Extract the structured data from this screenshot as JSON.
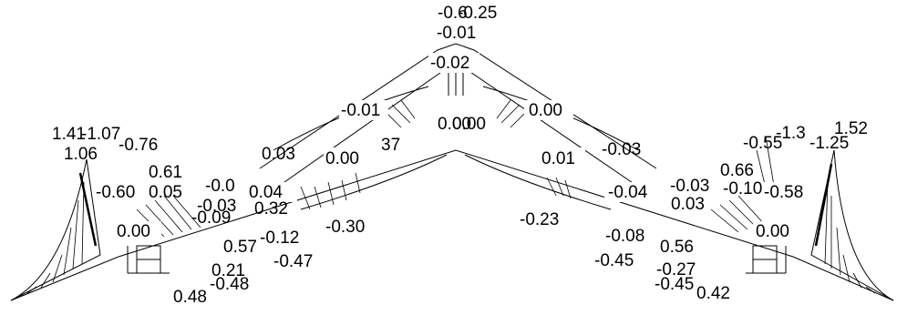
{
  "labels": [
    {
      "id": "t1",
      "text": "-0.6"
    },
    {
      "id": "t2",
      "text": "-0.25"
    },
    {
      "id": "t3",
      "text": "-0.01"
    },
    {
      "id": "t4",
      "text": "-0.02"
    },
    {
      "id": "t5",
      "text": "-0.01"
    },
    {
      "id": "t6",
      "text": "0.00"
    },
    {
      "id": "t7",
      "text": "0.00"
    },
    {
      "id": "t8",
      "text": "-0.03"
    },
    {
      "id": "t9",
      "text": "0.03"
    },
    {
      "id": "t10",
      "text": "0.00"
    },
    {
      "id": "t11",
      "text": "0.01"
    },
    {
      "id": "t12",
      "text": "37"
    },
    {
      "id": "t13",
      "text": "1.41"
    },
    {
      "id": "t14",
      "text": "-1.07"
    },
    {
      "id": "t15",
      "text": "1.06"
    },
    {
      "id": "t16",
      "text": "-0.76"
    },
    {
      "id": "t17",
      "text": "0.61"
    },
    {
      "id": "t18",
      "text": "-0.60"
    },
    {
      "id": "t19",
      "text": "0.05"
    },
    {
      "id": "t20",
      "text": "-0.0"
    },
    {
      "id": "t21",
      "text": "-0.03"
    },
    {
      "id": "t22",
      "text": "0.04"
    },
    {
      "id": "t23",
      "text": "0.32"
    },
    {
      "id": "t24",
      "text": "-0.09"
    },
    {
      "id": "t25",
      "text": "0.00"
    },
    {
      "id": "t26",
      "text": "0.57"
    },
    {
      "id": "t27",
      "text": "-0.12"
    },
    {
      "id": "t28",
      "text": "-0.47"
    },
    {
      "id": "t29",
      "text": "-0.30"
    },
    {
      "id": "t30",
      "text": "0.21"
    },
    {
      "id": "t31",
      "text": "0.48"
    },
    {
      "id": "t32",
      "text": "-0.48"
    },
    {
      "id": "t33",
      "text": "-0.23"
    },
    {
      "id": "t34",
      "text": "-0.04"
    },
    {
      "id": "t35",
      "text": "0.03"
    },
    {
      "id": "t36",
      "text": "0.66"
    },
    {
      "id": "t37",
      "text": "-0.10"
    },
    {
      "id": "t38",
      "text": "-0.58"
    },
    {
      "id": "t39",
      "text": "-1.3"
    },
    {
      "id": "t40",
      "text": "1.52"
    },
    {
      "id": "t41",
      "text": "-0.55"
    },
    {
      "id": "t42",
      "text": "-1.25"
    },
    {
      "id": "t43",
      "text": "0.00"
    },
    {
      "id": "t44",
      "text": "-0.08"
    },
    {
      "id": "t45",
      "text": "-0.45"
    },
    {
      "id": "t46",
      "text": "0.56"
    },
    {
      "id": "t47",
      "text": "-0.27"
    },
    {
      "id": "t48",
      "text": "-0.45"
    },
    {
      "id": "t49",
      "text": "0.42"
    },
    {
      "id": "t50",
      "text": "-0.03"
    },
    {
      "id": "t51",
      "text": "0.00"
    }
  ]
}
